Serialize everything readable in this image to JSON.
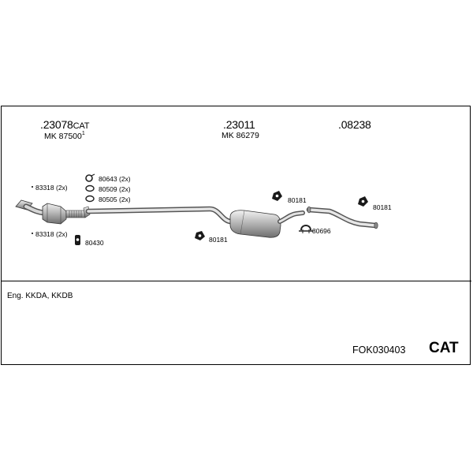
{
  "main_parts": [
    {
      "number": ".23078",
      "suffix": "CAT",
      "sub": "MK 87500",
      "sub_mark": "1"
    },
    {
      "number": ".23011",
      "suffix": "",
      "sub": "MK 86279",
      "sub_mark": ""
    },
    {
      "number": ".08238",
      "suffix": "",
      "sub": "",
      "sub_mark": ""
    }
  ],
  "part_labels": {
    "gasket_top": "83318 (2x)",
    "gasket_bottom": "83318 (2x)",
    "clamp_80643": "80643 (2x)",
    "gasket_80509": "80509 (2x)",
    "gasket_80505": "80505 (2x)",
    "hanger_80430": "80430",
    "hanger_mid_bottom": "80181",
    "hanger_mid_top": "80181",
    "clamp_80696": "80696",
    "hanger_rear": "80181"
  },
  "engine": "Eng. KKDA, KKDB",
  "set_number": "FOK030403",
  "category": "CAT",
  "icons": [
    "catalytic-converter-icon",
    "flex-pipe-icon",
    "middle-silencer-icon",
    "tailpipe-icon",
    "rubber-hanger-icon",
    "pipe-clamp-icon",
    "gasket-icon"
  ]
}
